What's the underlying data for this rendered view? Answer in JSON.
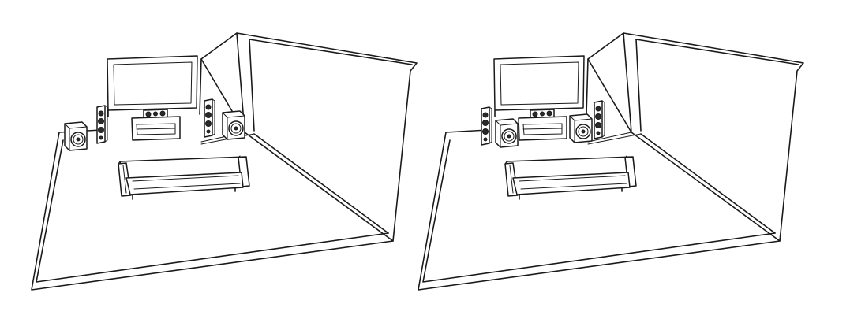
{
  "figure": {
    "panels": [
      {
        "id": "left",
        "layout": "subwoofers-at-front-corners"
      },
      {
        "id": "right",
        "layout": "subwoofers-beside-tv-stand"
      }
    ],
    "colors": {
      "line": "#1a1a1a",
      "background": "#ffffff"
    }
  }
}
